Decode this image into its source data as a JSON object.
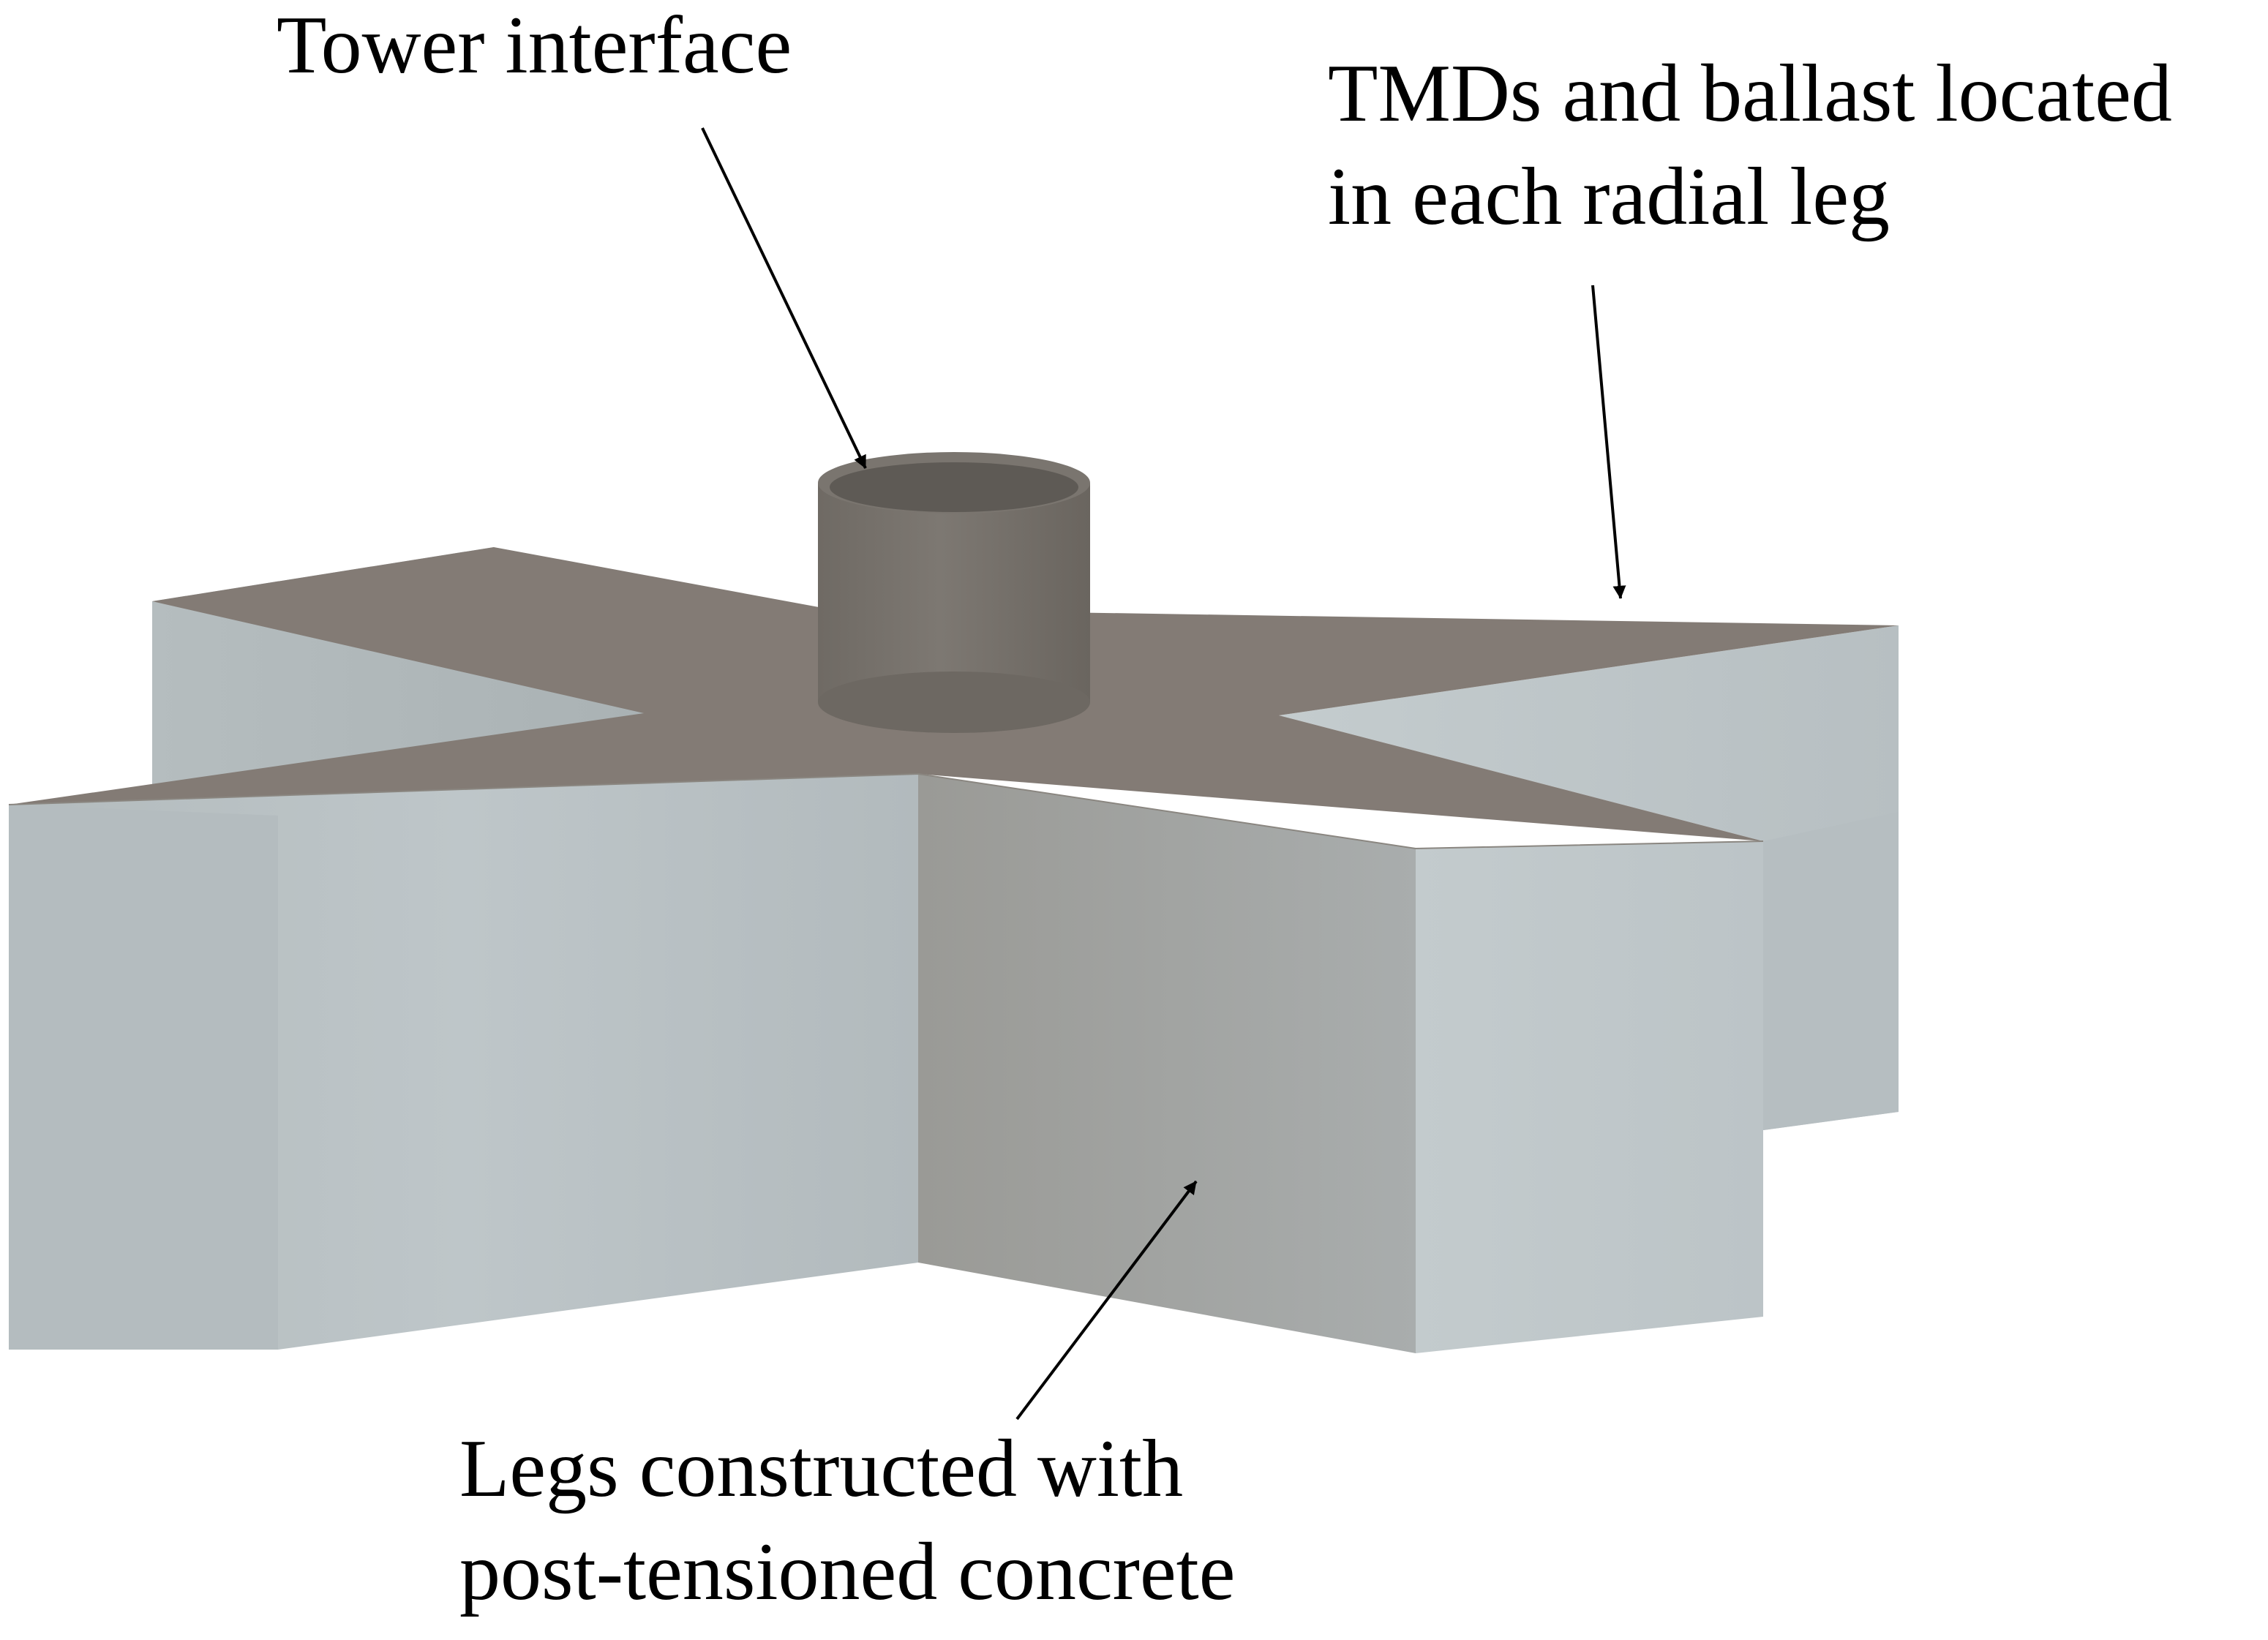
{
  "annotations": {
    "tower_interface": [
      "Tower interface"
    ],
    "tmds_ballast": [
      "TMDs and ballast located",
      "in each radial leg"
    ],
    "legs_construction": [
      "Legs constructed with",
      "post-tensioned concrete"
    ]
  },
  "colors": {
    "top_surface": "#837b75",
    "side_light": "#bdc5c8",
    "side_dark": "#9b9b97",
    "tower": "#77726c",
    "arrow": "#000000",
    "background": "#ffffff"
  }
}
